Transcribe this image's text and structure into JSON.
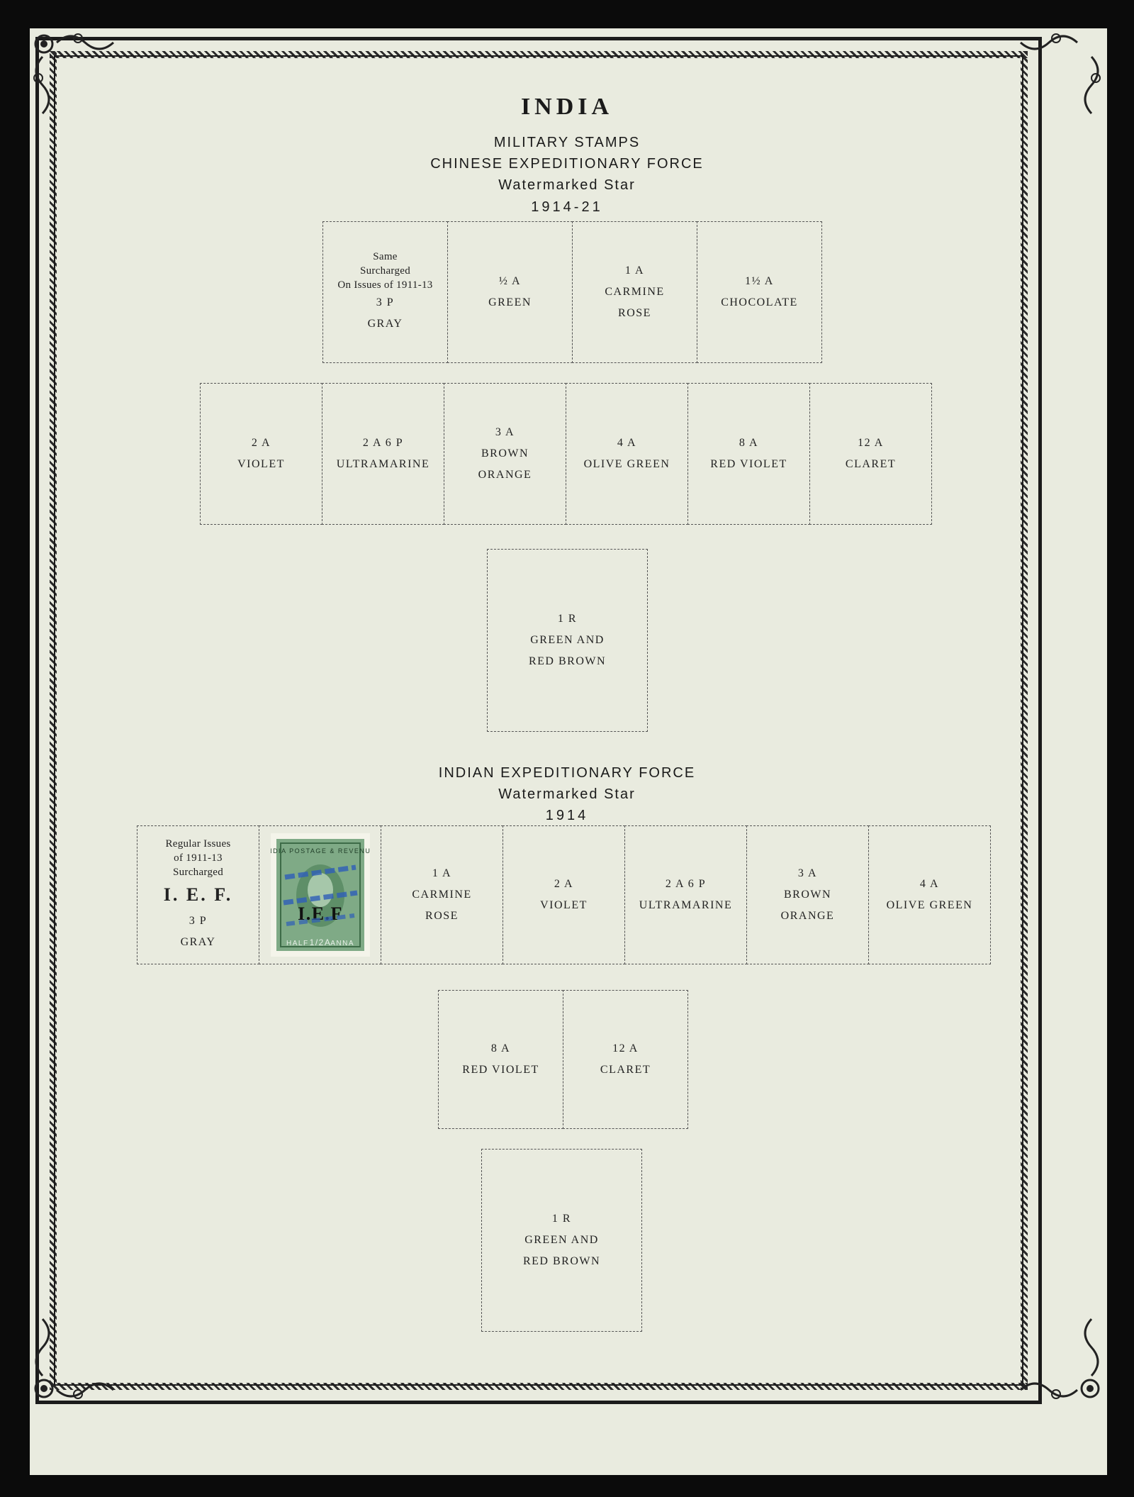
{
  "header": {
    "country": "INDIA",
    "section": "MILITARY STAMPS",
    "subsection": "CHINESE EXPEDITIONARY FORCE",
    "watermark": "Watermarked Star",
    "years": "1914-21"
  },
  "cef_row1": [
    {
      "lines": [
        "Same",
        "Surcharged",
        "On Issues of 1911-13",
        "3 P",
        "GRAY"
      ]
    },
    {
      "lines": [
        "½ A",
        "GREEN"
      ]
    },
    {
      "lines": [
        "1 A",
        "CARMINE",
        "ROSE"
      ]
    },
    {
      "lines": [
        "1½ A",
        "CHOCOLATE"
      ]
    }
  ],
  "cef_row2": [
    {
      "lines": [
        "2 A",
        "VIOLET"
      ]
    },
    {
      "lines": [
        "2 A 6 P",
        "ULTRAMARINE"
      ]
    },
    {
      "lines": [
        "3 A",
        "BROWN",
        "ORANGE"
      ]
    },
    {
      "lines": [
        "4 A",
        "OLIVE GREEN"
      ]
    },
    {
      "lines": [
        "8 A",
        "RED VIOLET"
      ]
    },
    {
      "lines": [
        "12 A",
        "CLARET"
      ]
    }
  ],
  "cef_row3": [
    {
      "lines": [
        "1 R",
        "GREEN AND",
        "RED BROWN"
      ]
    }
  ],
  "ief_header": {
    "subsection": "INDIAN EXPEDITIONARY FORCE",
    "watermark": "Watermarked Star",
    "year": "1914"
  },
  "ief_row1": [
    {
      "lines": [
        "Regular Issues",
        "of 1911-13",
        "Surcharged",
        "I. E. F.",
        "3 P",
        "GRAY"
      ]
    },
    {
      "stamp": true
    },
    {
      "lines": [
        "1 A",
        "CARMINE",
        "ROSE"
      ]
    },
    {
      "lines": [
        "2 A",
        "VIOLET"
      ]
    },
    {
      "lines": [
        "2 A 6 P",
        "ULTRAMARINE"
      ]
    },
    {
      "lines": [
        "3 A",
        "BROWN",
        "ORANGE"
      ]
    },
    {
      "lines": [
        "4 A",
        "OLIVE GREEN"
      ]
    }
  ],
  "ief_row2": [
    {
      "lines": [
        "8 A",
        "RED VIOLET"
      ]
    },
    {
      "lines": [
        "12 A",
        "CLARET"
      ]
    }
  ],
  "ief_row3": [
    {
      "lines": [
        "1 R",
        "GREEN AND",
        "RED BROWN"
      ]
    }
  ],
  "stamp": {
    "top_text": "INDIA POSTAGE & REVENUE",
    "overprint": "I.E.F",
    "bottom_left": "HALF",
    "value": "1/2A",
    "bottom_right": "ANNA",
    "stamp_color": "#7faa86",
    "cancel_color": "#2f5fb8"
  }
}
